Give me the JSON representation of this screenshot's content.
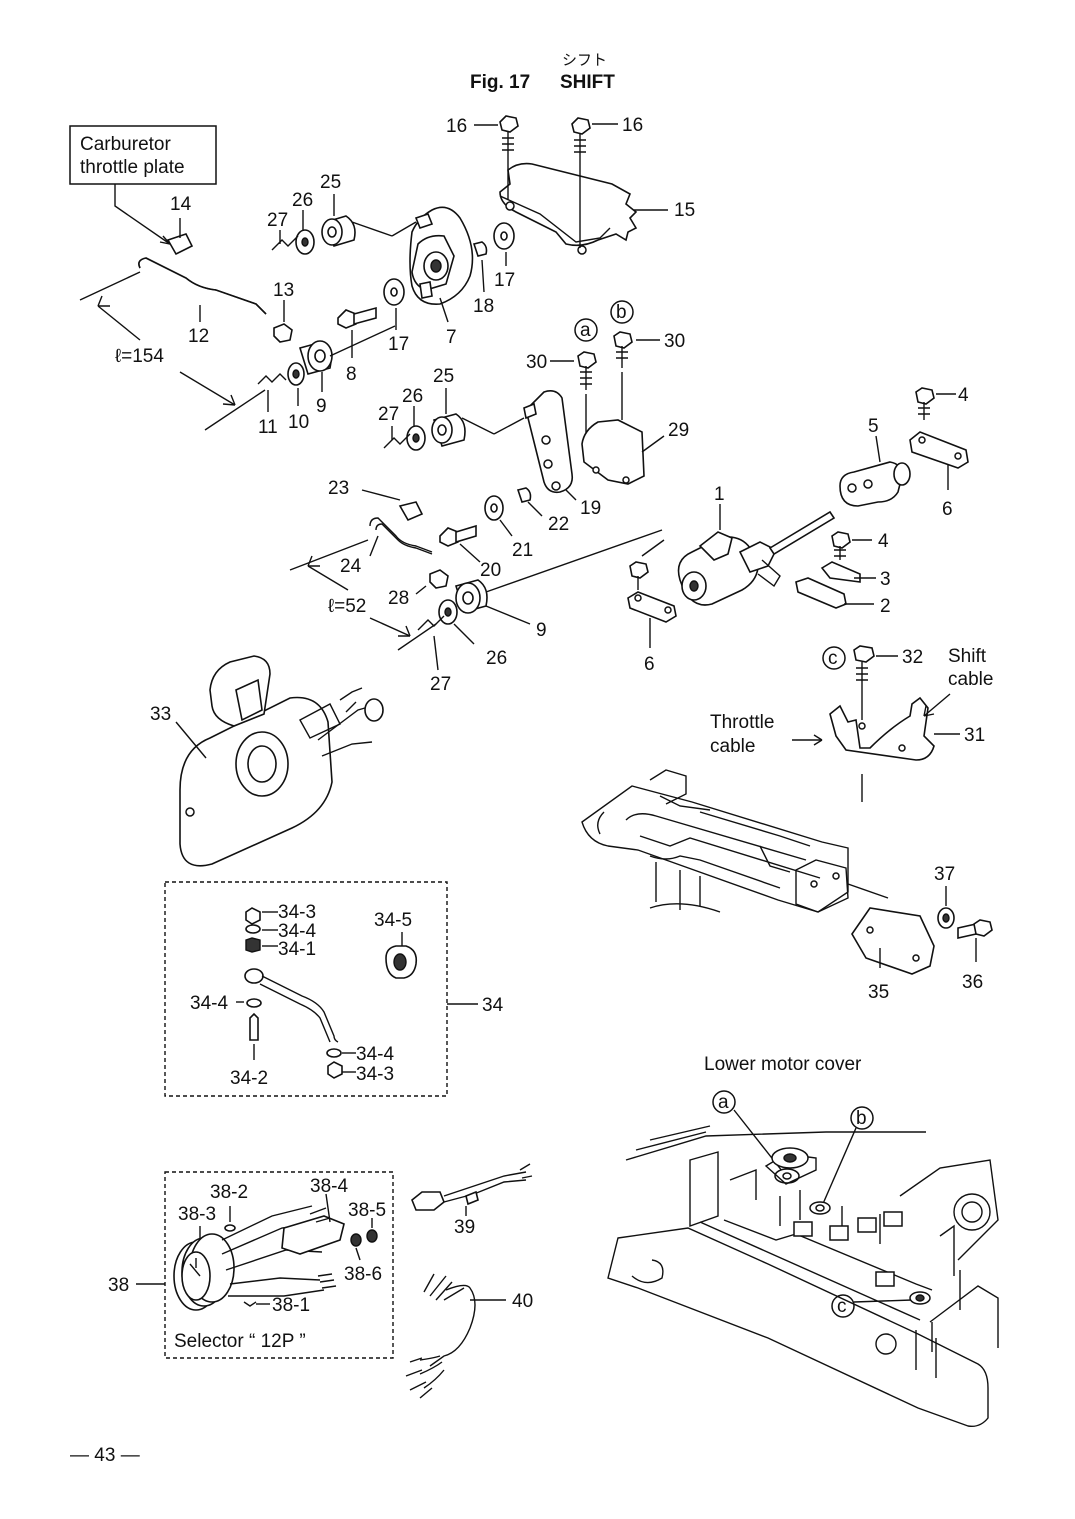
{
  "header": {
    "japanese": "シフト",
    "fig_label": "Fig. 17",
    "title": "SHIFT"
  },
  "notes": {
    "carb_line1": "Carburetor",
    "carb_line2": "throttle plate",
    "len_154": "ℓ=154",
    "len_52": "ℓ=52",
    "throttle_cable_1": "Throttle",
    "throttle_cable_2": "cable",
    "shift_cable_1": "Shift",
    "shift_cable_2": "cable",
    "lower_cover": "Lower motor cover",
    "selector": "Selector “ 12P ”"
  },
  "circled": {
    "a": "a",
    "b": "b",
    "c": "c"
  },
  "parts": {
    "p1": "1",
    "p2": "2",
    "p3": "3",
    "p4": "4",
    "p5": "5",
    "p6": "6",
    "p7": "7",
    "p8": "8",
    "p9": "9",
    "p10": "10",
    "p11": "11",
    "p12": "12",
    "p13": "13",
    "p14": "14",
    "p15": "15",
    "p16": "16",
    "p17": "17",
    "p18": "18",
    "p19": "19",
    "p20": "20",
    "p21": "21",
    "p22": "22",
    "p23": "23",
    "p24": "24",
    "p25": "25",
    "p26": "26",
    "p27": "27",
    "p28": "28",
    "p29": "29",
    "p30": "30",
    "p31": "31",
    "p32": "32",
    "p33": "33",
    "p34": "34",
    "p35": "35",
    "p36": "36",
    "p37": "37",
    "p38": "38",
    "p39": "39",
    "p40": "40",
    "p34_1": "34-1",
    "p34_2": "34-2",
    "p34_3": "34-3",
    "p34_4": "34-4",
    "p34_5": "34-5",
    "p38_1": "38-1",
    "p38_2": "38-2",
    "p38_3": "38-3",
    "p38_4": "38-4",
    "p38_5": "38-5",
    "p38_6": "38-6"
  },
  "footer": {
    "page": "— 43 —"
  }
}
